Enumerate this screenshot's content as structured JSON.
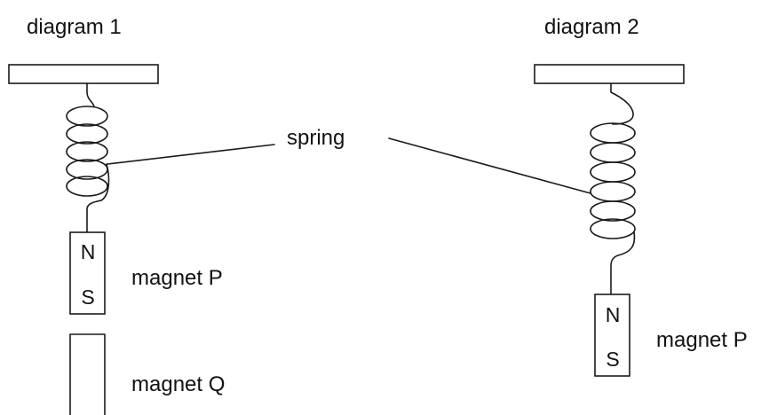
{
  "diagram_1": {
    "title": "diagram 1",
    "magnet_p": {
      "label": "magnet P",
      "pole_top": "N",
      "pole_bottom": "S"
    },
    "magnet_q": {
      "label": "magnet Q"
    }
  },
  "diagram_2": {
    "title": "diagram 2",
    "magnet_p": {
      "label": "magnet P",
      "pole_top": "N",
      "pole_bottom": "S"
    }
  },
  "spring_label": "spring",
  "colors": {
    "ink": "#1a1a1a",
    "background": "#ffffff"
  }
}
